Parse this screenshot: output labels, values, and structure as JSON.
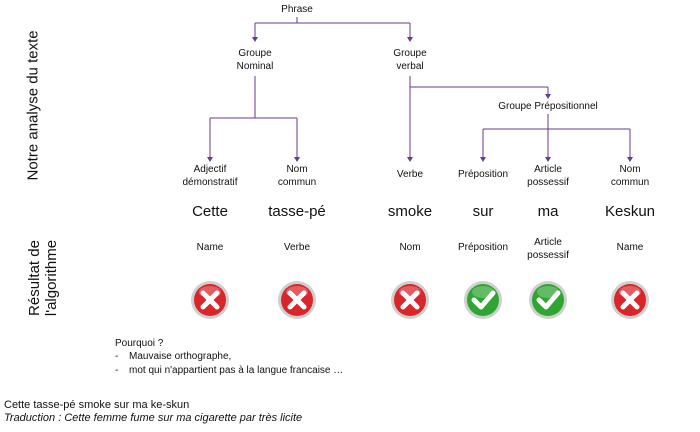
{
  "analysis_label": "Notre analyse du texte",
  "result_label_line1": "Résultat de",
  "result_label_line2": "l'algorithme",
  "tree": {
    "phrase": "Phrase",
    "groupe_nominal": [
      "Groupe",
      "Nominal"
    ],
    "groupe_verbal": [
      "Groupe",
      "verbal"
    ],
    "groupe_prepositionnel": "Groupe Prépositionnel"
  },
  "columns": [
    {
      "analysis": [
        "Adjectif",
        "démonstratif"
      ],
      "word": "Cette",
      "result": [
        "Name"
      ],
      "correct": false
    },
    {
      "analysis": [
        "Nom",
        "commun"
      ],
      "word": "tasse-pé",
      "result": [
        "Verbe"
      ],
      "correct": false
    },
    {
      "analysis": [
        "Verbe"
      ],
      "word": "smoke",
      "result": [
        "Nom"
      ],
      "correct": false
    },
    {
      "analysis": [
        "Préposition"
      ],
      "word": "sur",
      "result": [
        "Préposition"
      ],
      "correct": true
    },
    {
      "analysis": [
        "Article",
        "possessif"
      ],
      "word": "ma",
      "result": [
        "Article",
        "possessif"
      ],
      "correct": true
    },
    {
      "analysis": [
        "Nom",
        "commun"
      ],
      "word": "Keskun",
      "result": [
        "Name"
      ],
      "correct": false
    }
  ],
  "colors": {
    "tree_line": "#6b3a8e",
    "wrong": "#d9262b",
    "right": "#2fa532"
  },
  "why": {
    "title": "Pourquoi ?",
    "items": [
      "Mauvaise orthographe,",
      "mot qui n'appartient pas à la langue francaise …"
    ]
  },
  "sentence": "Cette tasse-pé smoke sur ma ke-skun",
  "translation": "Traduction : Cette femme fume sur ma cigarette par très licite"
}
